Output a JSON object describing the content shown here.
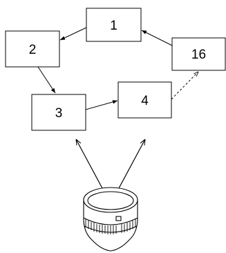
{
  "diagram": {
    "boxes": [
      {
        "id": "1",
        "label": "1"
      },
      {
        "id": "2",
        "label": "2"
      },
      {
        "id": "3",
        "label": "3"
      },
      {
        "id": "4",
        "label": "4"
      },
      {
        "id": "16",
        "label": "16"
      }
    ],
    "edges": [
      {
        "from": "1",
        "to": "2",
        "style": "solid"
      },
      {
        "from": "2",
        "to": "3",
        "style": "solid"
      },
      {
        "from": "3",
        "to": "4",
        "style": "solid"
      },
      {
        "from": "16",
        "to": "1",
        "style": "solid"
      },
      {
        "from": "4",
        "to": "16",
        "style": "dashed"
      }
    ],
    "lens": {
      "icon": "camera-lens-icon"
    }
  }
}
